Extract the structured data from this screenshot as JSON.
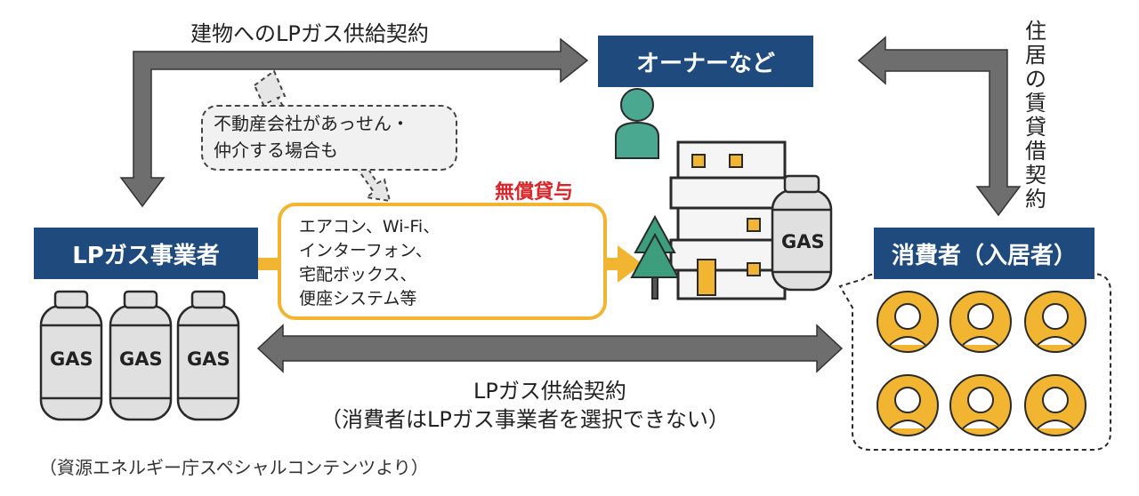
{
  "top_contract_label": "建物へのLPガス供給契約",
  "owner_label": "オーナーなど",
  "lease_contract_label": "住居の賃貸借契約",
  "realestate_note": {
    "line1": "不動産会社があっせん・",
    "line2": "仲介する場合も"
  },
  "free_loan_label": "無償貸与",
  "equipment_lines": [
    "エアコン、Wi-Fi、",
    "インターフォン、",
    "宅配ボックス、",
    "便座システム等"
  ],
  "lp_business_label": "LPガス事業者",
  "consumer_label": "消費者（入居者）",
  "cylinder_label": "GAS",
  "bottom_contract_line1": "LPガス供給契約",
  "bottom_contract_line2": "（消費者はLPガス事業者を選択できない）",
  "source_label": "（資源エネルギー庁スペシャルコンテンツより）",
  "colors": {
    "navy": "#1f4a7d",
    "arrow_gray": "#6e6e6e",
    "accent_yellow": "#f2b531",
    "free_loan_red": "#d9262b",
    "person_teal": "#4aa891",
    "tree_green": "#3c9e7c"
  }
}
